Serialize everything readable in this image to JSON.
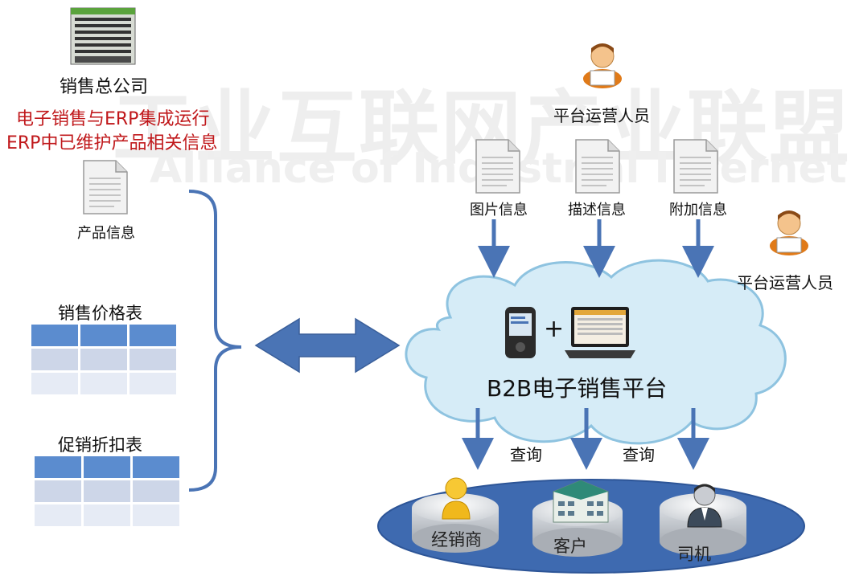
{
  "watermark": {
    "cn": "工业互联网产业联盟",
    "en": "Alliance of Industrial Internet"
  },
  "left": {
    "company_label": "销售总公司",
    "red_line1": "电子销售与ERP集成运行",
    "red_line2": "ERP中已维护产品相关信息",
    "product_info_label": "产品信息",
    "price_table_label": "销售价格表",
    "promo_table_label": "促销折扣表"
  },
  "top": {
    "operator_label_top": "平台运营人员",
    "operator_label_right": "平台运营人员",
    "doc_image_label": "图片信息",
    "doc_desc_label": "描述信息",
    "doc_extra_label": "附加信息"
  },
  "platform": {
    "title": "B2B电子销售平台",
    "plus": "+"
  },
  "bottom": {
    "query_left": "查询",
    "query_right": "查询",
    "dealer_label": "经销商",
    "customer_label": "客户",
    "driver_label": "司机"
  },
  "colors": {
    "arrow": "#4a74b5",
    "cloud_fill": "#d6ecf7",
    "cloud_stroke": "#8ec3e0",
    "ellipse_fill": "#3e6ab0",
    "red_text": "#c0181b"
  }
}
